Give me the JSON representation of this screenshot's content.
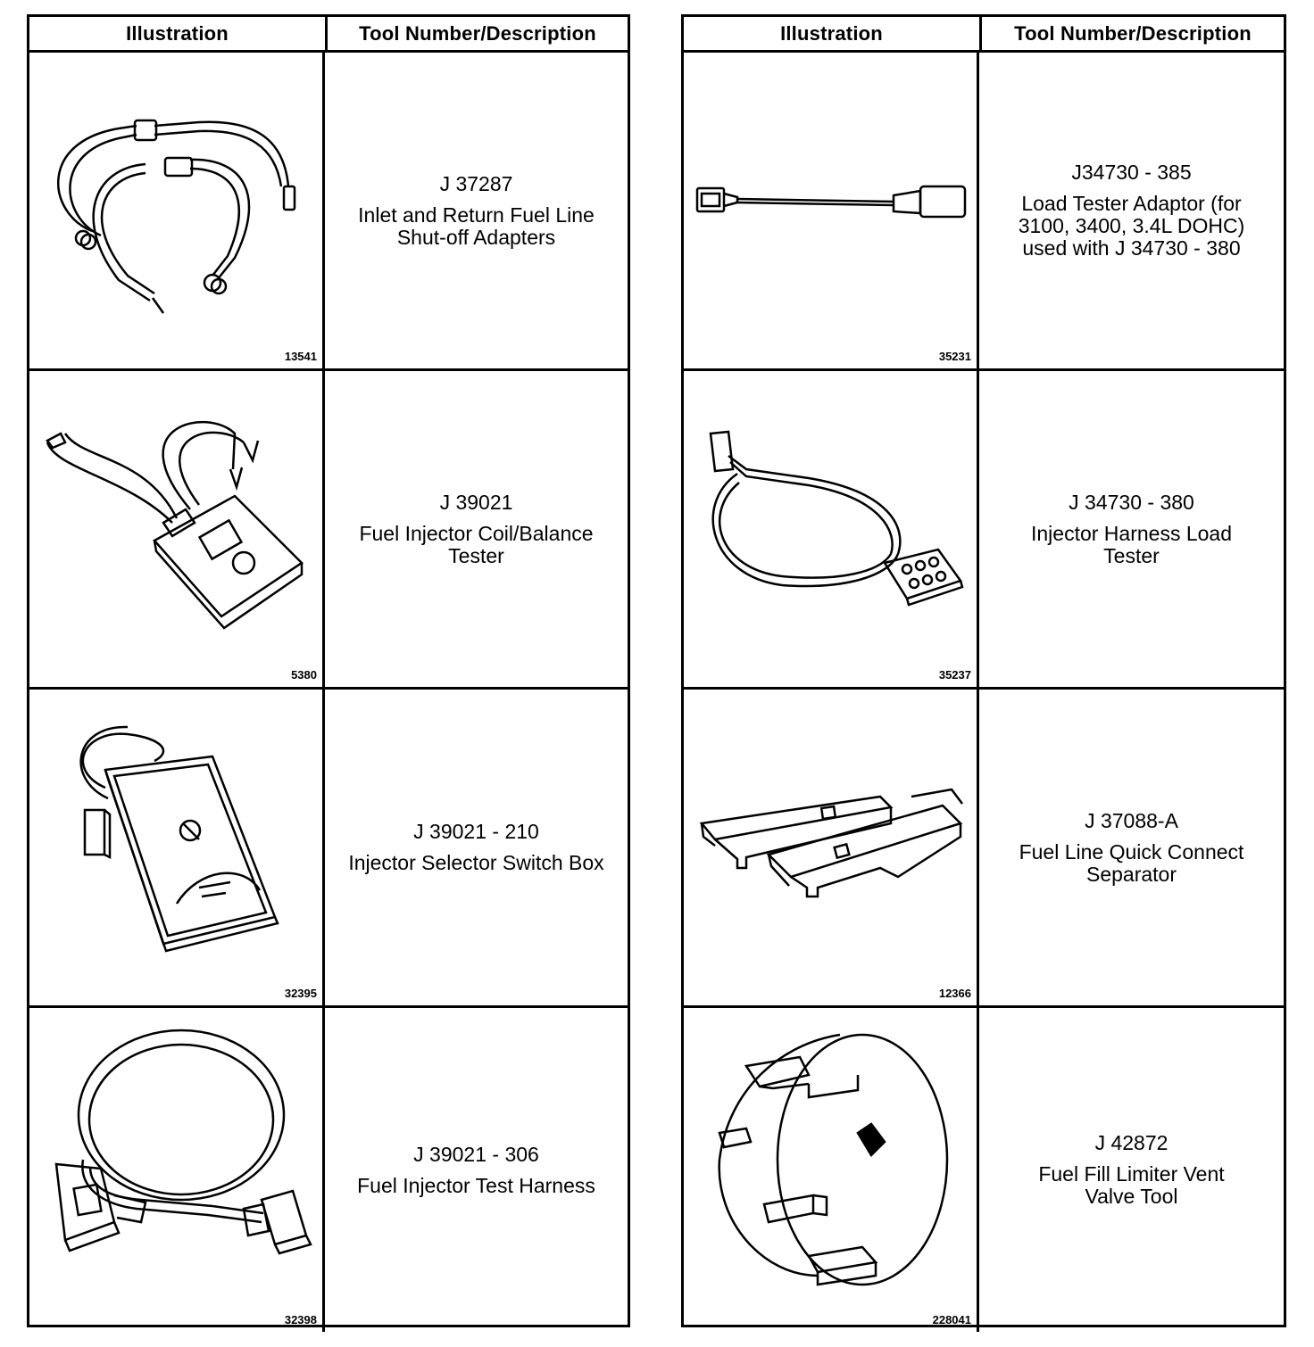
{
  "headers": {
    "illustration": "Illustration",
    "tool": "Tool Number/Description"
  },
  "left": [
    {
      "fig": "13541",
      "number": "J 37287",
      "desc": [
        "Inlet and Return Fuel Line",
        "Shut-off Adapters"
      ],
      "icon": "fuel-line-adapters-illustration"
    },
    {
      "fig": "5380",
      "number": "J 39021",
      "desc": [
        "Fuel Injector Coil/Balance",
        "Tester"
      ],
      "icon": "coil-balance-tester-illustration"
    },
    {
      "fig": "32395",
      "number": "J 39021 - 210",
      "desc": [
        "Injector Selector Switch Box"
      ],
      "icon": "selector-switch-box-illustration"
    },
    {
      "fig": "32398",
      "number": "J 39021 - 306",
      "desc": [
        "Fuel Injector Test Harness"
      ],
      "icon": "test-harness-illustration"
    }
  ],
  "right": [
    {
      "fig": "35231",
      "number": "J34730 - 385",
      "desc": [
        "Load Tester Adaptor (for",
        "3100, 3400, 3.4L DOHC)",
        "used with J 34730 - 380"
      ],
      "icon": "load-tester-adaptor-illustration"
    },
    {
      "fig": "35237",
      "number": "J 34730 - 380",
      "desc": [
        "Injector Harness Load",
        "Tester"
      ],
      "icon": "harness-load-tester-illustration"
    },
    {
      "fig": "12366",
      "number": "J 37088-A",
      "desc": [
        "Fuel Line Quick Connect",
        "Separator"
      ],
      "icon": "quick-connect-separator-illustration"
    },
    {
      "fig": "228041",
      "number": "J 42872",
      "desc": [
        "Fuel Fill Limiter Vent",
        "Valve Tool"
      ],
      "icon": "vent-valve-tool-illustration"
    }
  ]
}
